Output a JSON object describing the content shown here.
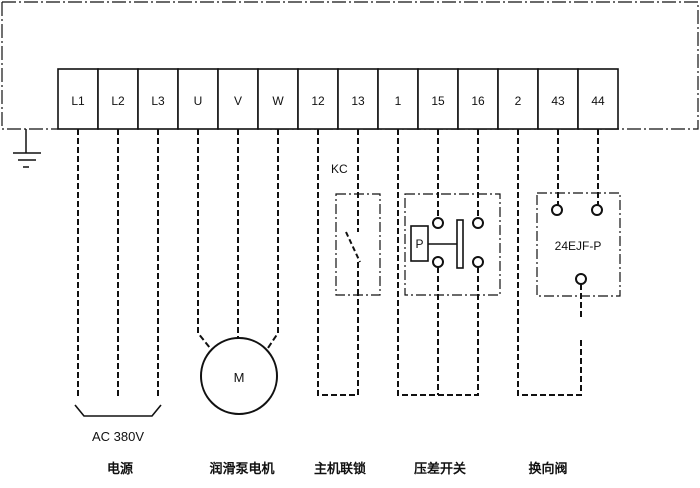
{
  "diagram": {
    "title": "润滑泵接线图",
    "terminals": [
      "L1",
      "L2",
      "L3",
      "U",
      "V",
      "W",
      "12",
      "13",
      "1",
      "15",
      "16",
      "2",
      "43",
      "44"
    ],
    "components": {
      "kc_label": "KC",
      "motor_label": "M",
      "pressure_switch_label": "P",
      "valve_model": "24EJF-P",
      "power_spec": "AC 380V"
    },
    "group_labels": [
      "电源",
      "润滑泵电机",
      "主机联锁",
      "压差开关",
      "换向阀"
    ],
    "colors": {
      "line": "#111111",
      "background": "#ffffff"
    }
  }
}
